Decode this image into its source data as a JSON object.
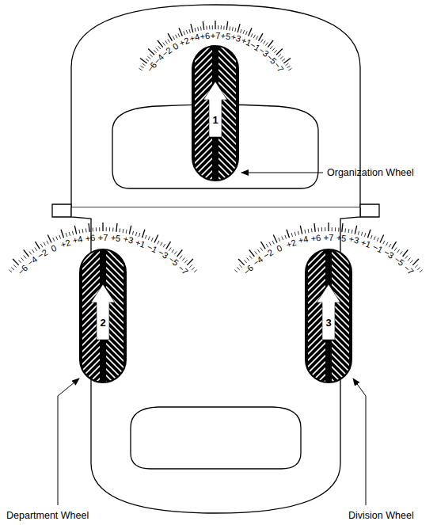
{
  "diagram": {
    "labels": [
      "−6",
      "−4",
      "−2",
      "0",
      "+2",
      "+4",
      "+6",
      "+7",
      "+5",
      "+3",
      "+1",
      "−1",
      "−3",
      "−5",
      "−7",
      "1",
      "Organization Wheel",
      "−6",
      "−4",
      "−2",
      "0",
      "+2",
      "+4",
      "+6",
      "+7",
      "+5",
      "+3",
      "+1",
      "−1",
      "−3",
      "−5",
      "−7",
      "2",
      "−6",
      "−4",
      "−2",
      "0",
      "+2",
      "+4",
      "+6",
      "+7",
      "+5",
      "+3",
      "+1",
      "−1",
      "−3",
      "−5",
      "−7",
      "3",
      "Department Wheel",
      "Division Wheel"
    ]
  }
}
